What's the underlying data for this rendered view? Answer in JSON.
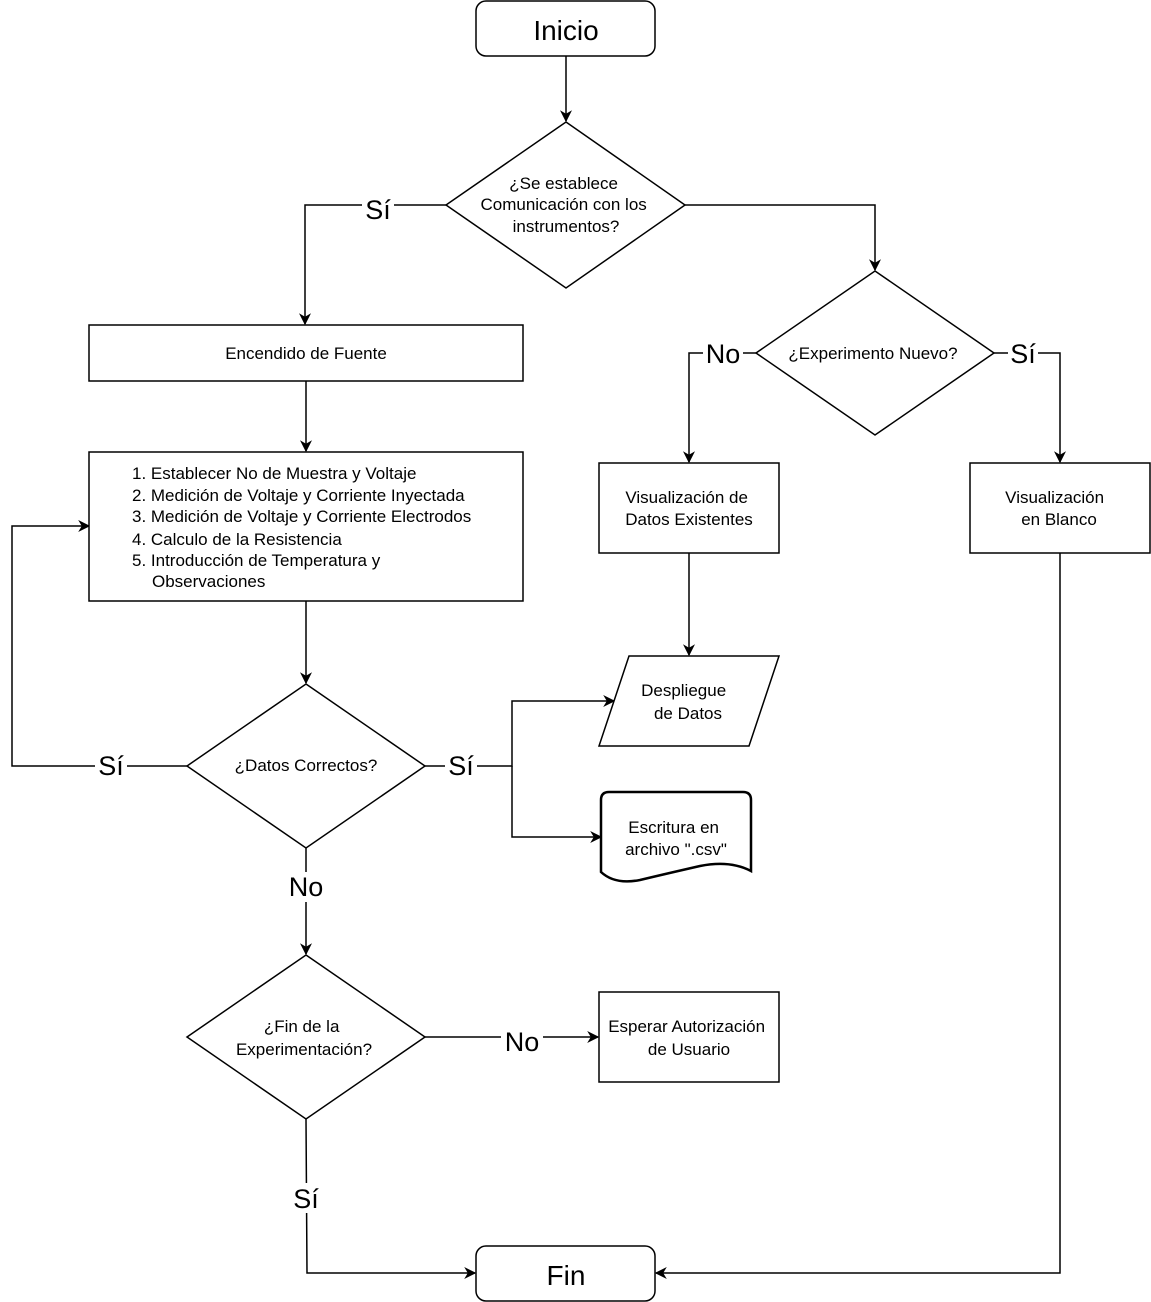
{
  "nodes": {
    "inicio": "Inicio",
    "comunicacion": [
      "¿Se establece",
      "Comunicación con los",
      "instrumentos?"
    ],
    "encendido": "Encendido de Fuente",
    "pasos": [
      "1. Establecer No de Muestra y Voltaje",
      "2. Medición de Voltaje y Corriente Inyectada",
      "3. Medición de Voltaje y Corriente Electrodos",
      "4. Calculo de la Resistencia",
      "5. Introducción de Temperatura y",
      "Observaciones"
    ],
    "datos_correctos": "¿Datos Correctos?",
    "fin_experimentacion": [
      "¿Fin de la",
      "Experimentación?"
    ],
    "experimento_nuevo": "¿Experimento Nuevo?",
    "visualizacion_datos": [
      "Visualización de",
      "Datos Existentes"
    ],
    "visualizacion_blanco": [
      "Visualización",
      "en Blanco"
    ],
    "despliegue": [
      "Despliegue",
      "de Datos"
    ],
    "escritura": [
      "Escritura en",
      "archivo \".csv\""
    ],
    "esperar": [
      "Esperar Autorización",
      "de Usuario"
    ],
    "fin": "Fin"
  },
  "edge_labels": {
    "comunicacion_si": "Sí",
    "experimento_no": "No",
    "experimento_si": "Sí",
    "datos_si_izq": "Sí",
    "datos_si_der": "Sí",
    "datos_no": "No",
    "fin_no": "No",
    "fin_si": "Sí"
  }
}
